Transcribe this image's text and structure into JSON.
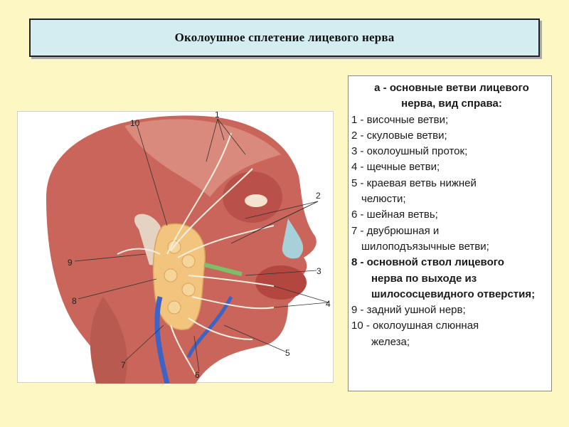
{
  "title": "Околоушное сплетение лицевого нерва",
  "side_mark": "а",
  "legend": {
    "heading": "а - основные ветви лицевого нерва, вид справа:",
    "items": [
      {
        "text": "1 - височные ветви;"
      },
      {
        "text": "2 - скуловые ветви;"
      },
      {
        "text": "3 - околоушный проток;"
      },
      {
        "text": "4 - щечные ветви;"
      },
      {
        "text": "5 - краевая ветвь нижней",
        "cont": "челюсти;"
      },
      {
        "text": "6 - шейная ветвь;"
      },
      {
        "text": "7 - двубрюшная и",
        "cont": "шилоподъязычные ветви;"
      },
      {
        "text": "8 - основной ствол лицевого",
        "cont": "нерва по выходе из шилососцевидного отверстия;"
      },
      {
        "text": "9 - задний ушной нерв;"
      },
      {
        "text": "10 - околоушная слюнная",
        "cont": "железа;"
      }
    ]
  },
  "figure_labels": {
    "l1": "1",
    "l2": "2",
    "l3": "3",
    "l4": "4",
    "l5": "5",
    "l6": "6",
    "l7": "7",
    "l8": "8",
    "l9": "9",
    "l10": "10"
  },
  "colors": {
    "background": "#fdf7c4",
    "title_fill": "#d3edf1",
    "muscle": "#c9655a",
    "gland": "#f2c47e",
    "vein": "#3d63c4",
    "nerve": "#f4f0e0"
  }
}
